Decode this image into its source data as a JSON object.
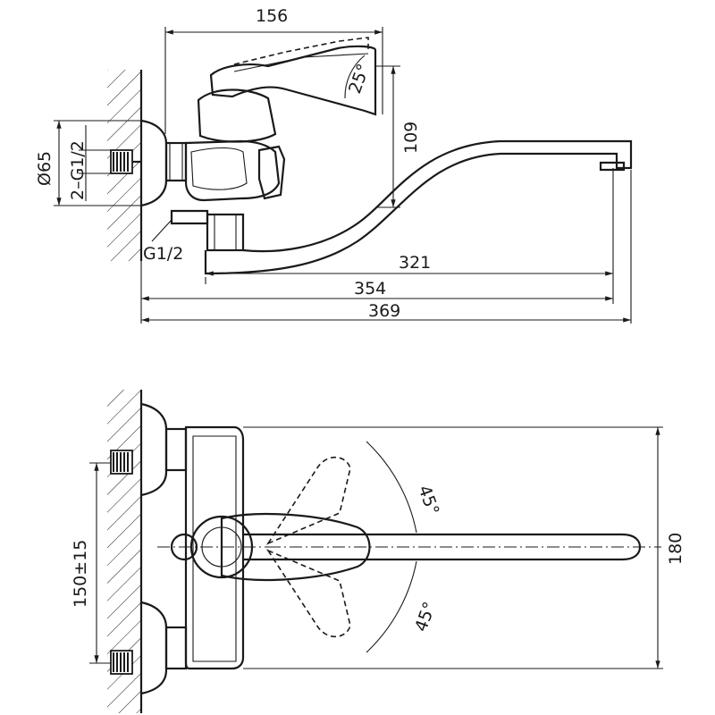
{
  "side_view": {
    "dim_width_156": "156",
    "dim_angle_25": "25°",
    "dim_height_109": "109",
    "dim_diameter_65": "Ø65",
    "dim_inlet_thread": "2–G1/2",
    "dim_outlet_thread": "G1/2",
    "dim_reach_321": "321",
    "dim_reach_354": "354",
    "dim_total_369": "369"
  },
  "top_view": {
    "dim_angle_upper": "45°",
    "dim_angle_lower": "45°",
    "dim_spacing": "150±15",
    "dim_depth_180": "180"
  }
}
